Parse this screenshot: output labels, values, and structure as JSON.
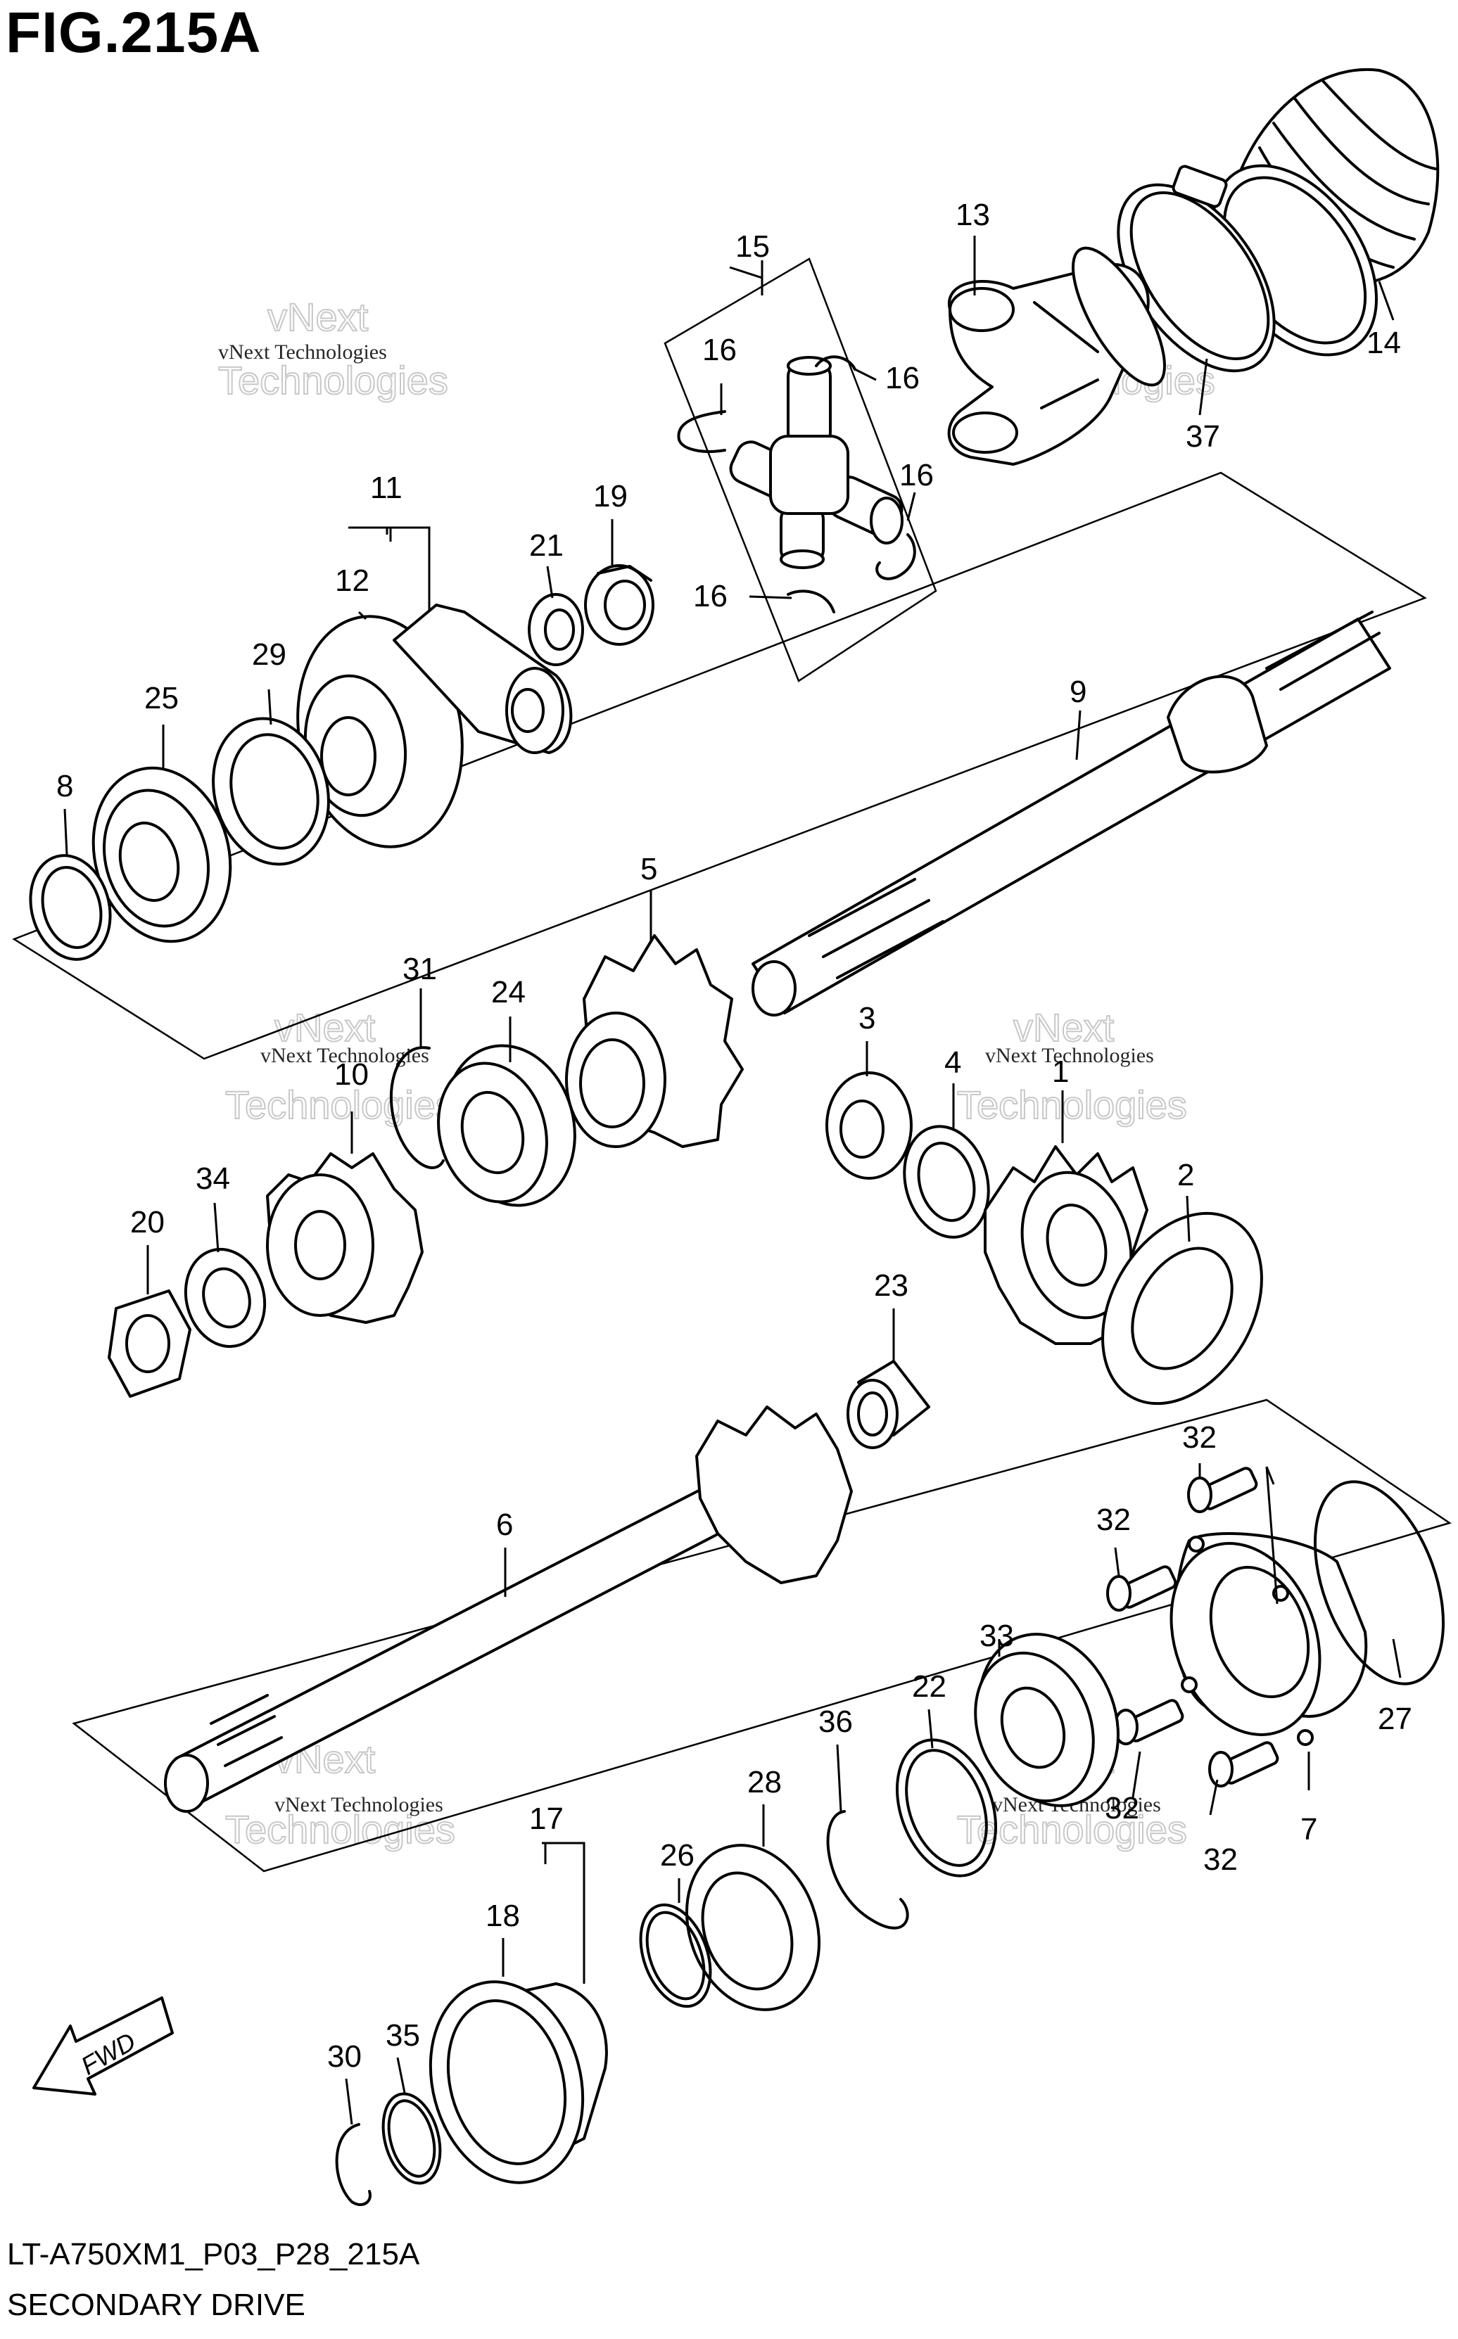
{
  "figure": {
    "title": "FIG.215A",
    "code": "LT-A750XM1_P03_P28_215A",
    "name": "SECONDARY DRIVE",
    "fwd_label": "FWD"
  },
  "watermarks": {
    "small": "vNext Technologies",
    "big_1": "vNext",
    "big_2": "Technologies"
  },
  "callouts": {
    "c1": "1",
    "c2": "2",
    "c3": "3",
    "c4": "4",
    "c5": "5",
    "c6": "6",
    "c7": "7",
    "c8": "8",
    "c9": "9",
    "c10": "10",
    "c11": "11",
    "c12": "12",
    "c13": "13",
    "c14": "14",
    "c15": "15",
    "c16a": "16",
    "c16b": "16",
    "c16c": "16",
    "c16d": "16",
    "c17": "17",
    "c18": "18",
    "c19": "19",
    "c20": "20",
    "c21": "21",
    "c22": "22",
    "c23": "23",
    "c24": "24",
    "c25": "25",
    "c26": "26",
    "c27": "27",
    "c28": "28",
    "c29": "29",
    "c30": "30",
    "c31": "31",
    "c32a": "32",
    "c32b": "32",
    "c32c": "32",
    "c32d": "32",
    "c33": "33",
    "c34": "34",
    "c35": "35",
    "c36": "36",
    "c37": "37"
  }
}
